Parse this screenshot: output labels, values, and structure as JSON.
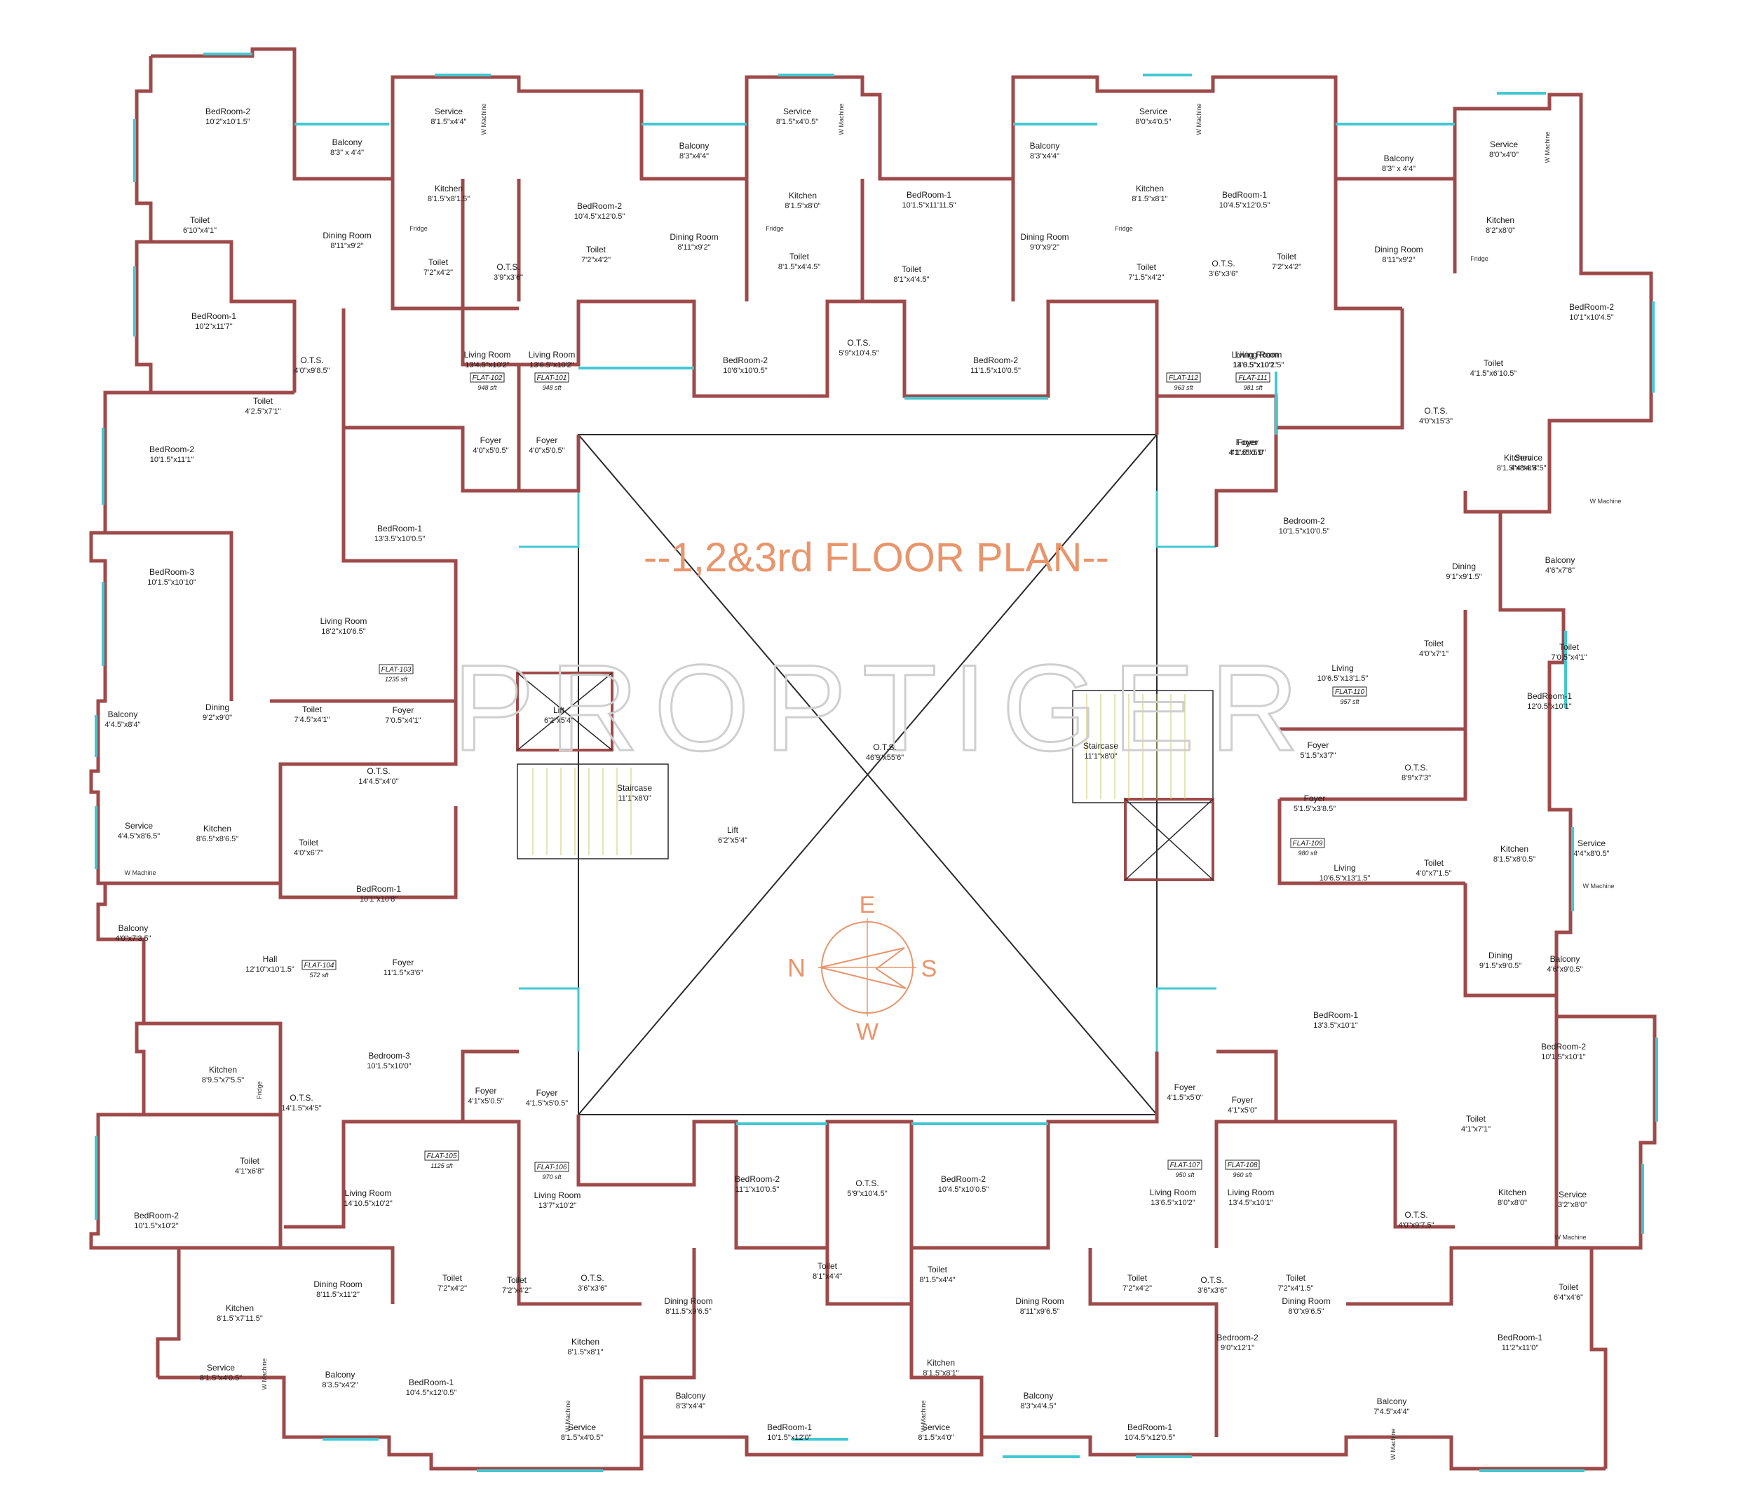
{
  "title": "--1,2&3rd FLOOR PLAN--",
  "watermark": "PROPTIGER",
  "colors": {
    "wall": "#9e4a4a",
    "window": "#43c8d2",
    "title": "#e8956c",
    "line": "#2a2a2a",
    "watermark": "#cfcfcf"
  },
  "compass": {
    "e": "E",
    "w": "W",
    "n": "N",
    "s": "S"
  },
  "flats": [
    {
      "id": "FLAT-101",
      "area": "948 sft"
    },
    {
      "id": "FLAT-102",
      "area": "948 sft"
    },
    {
      "id": "FLAT-103",
      "area": "1235 sft"
    },
    {
      "id": "FLAT-104",
      "area": "572 sft"
    },
    {
      "id": "FLAT-105",
      "area": "1125 sft"
    },
    {
      "id": "FLAT-106",
      "area": "970 sft"
    },
    {
      "id": "FLAT-107",
      "area": "950 sft"
    },
    {
      "id": "FLAT-108",
      "area": "960 sft"
    },
    {
      "id": "FLAT-109",
      "area": "980 sft"
    },
    {
      "id": "FLAT-110",
      "area": "957 sft"
    },
    {
      "id": "FLAT-111",
      "area": "981 sft"
    },
    {
      "id": "FLAT-112",
      "area": "963 sft"
    }
  ],
  "rooms": [
    {
      "name": "BedRoom-2",
      "size": "10'2\"x10'1.5\""
    },
    {
      "name": "Balcony",
      "size": "8'3\" x 4'4\""
    },
    {
      "name": "Service",
      "size": "8'1.5\"x4'4\""
    },
    {
      "name": "Kitchen",
      "size": "8'1.5\"x8'1.5\""
    },
    {
      "name": "Toilet",
      "size": "6'10\"x4'1\""
    },
    {
      "name": "Dining Room",
      "size": "8'11\"x9'2\""
    },
    {
      "name": "BedRoom-1",
      "size": "10'2\"x11'7\""
    },
    {
      "name": "Toilet",
      "size": "7'2\"x4'2\""
    },
    {
      "name": "O.T.S.",
      "size": "3'9\"x3'6\""
    },
    {
      "name": "BedRoom-2",
      "size": "10'4.5\"x12'0.5\""
    },
    {
      "name": "Toilet",
      "size": "7'2\"x4'2\""
    },
    {
      "name": "Balcony",
      "size": "8'3\"x4'4\""
    },
    {
      "name": "Dining Room",
      "size": "8'11\"x9'2\""
    },
    {
      "name": "Service",
      "size": "8'1.5\"x4'0.5\""
    },
    {
      "name": "Kitchen",
      "size": "8'1.5\"x8'0\""
    },
    {
      "name": "Toilet",
      "size": "8'1.5\"x4'4.5\""
    },
    {
      "name": "BedRoom-1",
      "size": "10'1.5\"x11'11.5\""
    },
    {
      "name": "Toilet",
      "size": "8'1\"x4'4.5\""
    },
    {
      "name": "Balcony",
      "size": "8'3\"x4'4\""
    },
    {
      "name": "Dining Room",
      "size": "9'0\"x9'2\""
    },
    {
      "name": "Service",
      "size": "8'0\"x4'0.5\""
    },
    {
      "name": "Kitchen",
      "size": "8'1.5\"x8'1\""
    },
    {
      "name": "Toilet",
      "size": "7'1.5\"x4'2\""
    },
    {
      "name": "O.T.S.",
      "size": "3'6\"x3'6\""
    },
    {
      "name": "BedRoom-1",
      "size": "10'4.5\"x12'0.5\""
    },
    {
      "name": "Toilet",
      "size": "7'2\"x4'2\""
    },
    {
      "name": "Balcony",
      "size": "8'3\" x 4'4\""
    },
    {
      "name": "Dining Room",
      "size": "8'11\"x9'2\""
    },
    {
      "name": "Service",
      "size": "8'0\"x4'0\""
    },
    {
      "name": "Kitchen",
      "size": "8'2\"x8'0\""
    },
    {
      "name": "BedRoom-2",
      "size": "10'1\"x10'4.5\""
    },
    {
      "name": "Toilet",
      "size": "4'1.5\"x6'10.5\""
    },
    {
      "name": "O.T.S.",
      "size": "4'0\"x9'8.5\""
    },
    {
      "name": "Living Room",
      "size": "13'4.5\"x10'2\""
    },
    {
      "name": "Living Room",
      "size": "13'6.5\"x10'2\""
    },
    {
      "name": "BedRoom-2",
      "size": "10'6\"x10'0.5\""
    },
    {
      "name": "O.T.S.",
      "size": "5'9\"x10'4.5\""
    },
    {
      "name": "BedRoom-2",
      "size": "11'1.5\"x10'0.5\""
    },
    {
      "name": "Living Room",
      "size": "13'6.5\"x10'2\""
    },
    {
      "name": "Living Room",
      "size": "14'0.5\"x10'1.5\""
    },
    {
      "name": "O.T.S.",
      "size": "4'0\"x15'3\""
    },
    {
      "name": "BedRoom-2",
      "size": "10'1.5\"x11'1\""
    },
    {
      "name": "Toilet",
      "size": "4'2.5\"x7'1\""
    },
    {
      "name": "Foyer",
      "size": "4'0\"x5'0.5\""
    },
    {
      "name": "Foyer",
      "size": "4'0\"x5'0.5\""
    },
    {
      "name": "Foyer",
      "size": "4'1.5\"x5'0\""
    },
    {
      "name": "Foyer",
      "size": "4'1\"x5'0.5\""
    },
    {
      "name": "Bedroom-2",
      "size": "10'1.5\"x10'0.5\""
    },
    {
      "name": "Kitchen",
      "size": "8'1.5\"x8'4.5\""
    },
    {
      "name": "Service",
      "size": "4'4\"x8'4.5\""
    },
    {
      "name": "BedRoom-1",
      "size": "13'3.5\"x10'0.5\""
    },
    {
      "name": "BedRoom-3",
      "size": "10'1.5\"x10'10\""
    },
    {
      "name": "Dining",
      "size": "9'1\"x9'1.5\""
    },
    {
      "name": "Balcony",
      "size": "4'6\"x7'8\""
    },
    {
      "name": "Living Room",
      "size": "18'2\"x10'6.5\""
    },
    {
      "name": "Lift",
      "size": "6'2\"x5'4\""
    },
    {
      "name": "Toilet",
      "size": "7'0.5\"x4'1\""
    },
    {
      "name": "Living",
      "size": "10'6.5\"x13'1.5\""
    },
    {
      "name": "Toilet",
      "size": "4'0\"x7'1\""
    },
    {
      "name": "BedRoom-1",
      "size": "12'0.5\"x10'1\""
    },
    {
      "name": "Balcony",
      "size": "4'4.5\"x8'4\""
    },
    {
      "name": "Dining",
      "size": "9'2\"x9'0\""
    },
    {
      "name": "Toilet",
      "size": "7'4.5\"x4'1\""
    },
    {
      "name": "Foyer",
      "size": "7'0.5\"x4'1\""
    },
    {
      "name": "Staircase",
      "size": "11'1\"x8'0\""
    },
    {
      "name": "Foyer",
      "size": "5'1.5\"x3'7\""
    },
    {
      "name": "O.T.S.",
      "size": "14'4.5\"x4'0\""
    },
    {
      "name": "O.T.S.",
      "size": "46'9\"x55'6\""
    },
    {
      "name": "O.T.S.",
      "size": "8'9\"x7'3\""
    },
    {
      "name": "Staircase",
      "size": "11'1\"x8'0\""
    },
    {
      "name": "Foyer",
      "size": "5'1.5\"x3'8.5\""
    },
    {
      "name": "Service",
      "size": "4'4.5\"x8'6.5\""
    },
    {
      "name": "Kitchen",
      "size": "8'6.5\"x8'6.5\""
    },
    {
      "name": "Toilet",
      "size": "4'0\"x6'7\""
    },
    {
      "name": "Lift",
      "size": "6'2\"x5'4\""
    },
    {
      "name": "Living",
      "size": "10'6.5\"x13'1.5\""
    },
    {
      "name": "Toilet",
      "size": "4'0\"x7'1.5\""
    },
    {
      "name": "Kitchen",
      "size": "8'1.5\"x8'0.5\""
    },
    {
      "name": "Service",
      "size": "4'4\"x8'0.5\""
    },
    {
      "name": "BedRoom-1",
      "size": "10'1\"x10'8\""
    },
    {
      "name": "Balcony",
      "size": "4'0\"x7'3.5\""
    },
    {
      "name": "Hall",
      "size": "12'10\"x10'1.5\""
    },
    {
      "name": "Foyer",
      "size": "11'1.5\"x3'6\""
    },
    {
      "name": "Dining",
      "size": "9'1.5\"x9'0.5\""
    },
    {
      "name": "Balcony",
      "size": "4'6\"x9'0.5\""
    },
    {
      "name": "BedRoom-1",
      "size": "13'3.5\"x10'1\""
    },
    {
      "name": "Bedroom-3",
      "size": "10'1.5\"x10'0\""
    },
    {
      "name": "Kitchen",
      "size": "8'9.5\"x7'5.5\""
    },
    {
      "name": "O.T.S.",
      "size": "14'1.5\"x4'5\""
    },
    {
      "name": "Foyer",
      "size": "4'1\"x5'0.5\""
    },
    {
      "name": "Foyer",
      "size": "4'1.5\"x5'0.5\""
    },
    {
      "name": "Foyer",
      "size": "4'1.5\"x5'0\""
    },
    {
      "name": "Foyer",
      "size": "4'1\"x5'0\""
    },
    {
      "name": "BedRoom-2",
      "size": "10'1.5\"x10'1\""
    },
    {
      "name": "Toilet",
      "size": "4'1\"x7'1\""
    },
    {
      "name": "Toilet",
      "size": "4'1\"x6'8\""
    },
    {
      "name": "BedRoom-2",
      "size": "11'1\"x10'0.5\""
    },
    {
      "name": "O.T.S.",
      "size": "5'9\"x10'4.5\""
    },
    {
      "name": "BedRoom-2",
      "size": "10'4.5\"x10'0.5\""
    },
    {
      "name": "BedRoom-2",
      "size": "10'1.5\"x10'2\""
    },
    {
      "name": "Living Room",
      "size": "14'10.5\"x10'2\""
    },
    {
      "name": "Living Room",
      "size": "13'7\"x10'2\""
    },
    {
      "name": "Living Room",
      "size": "13'6.5\"x10'2\""
    },
    {
      "name": "Living Room",
      "size": "13'4.5\"x10'1\""
    },
    {
      "name": "O.T.S.",
      "size": "4'0\"x9'7.5\""
    },
    {
      "name": "Kitchen",
      "size": "8'0\"x8'0\""
    },
    {
      "name": "Service",
      "size": "3'2\"x8'0\""
    },
    {
      "name": "Dining Room",
      "size": "8'11.5\"x11'2\""
    },
    {
      "name": "Toilet",
      "size": "7'2\"x4'2\""
    },
    {
      "name": "O.T.S.",
      "size": "3'6\"x3'6\""
    },
    {
      "name": "Toilet",
      "size": "7'2\"x4'2\""
    },
    {
      "name": "Toilet",
      "size": "8'1\"x4'4\""
    },
    {
      "name": "Toilet",
      "size": "8'1.5\"x4'4\""
    },
    {
      "name": "Toilet",
      "size": "7'2\"x4'2\""
    },
    {
      "name": "O.T.S.",
      "size": "3'6\"x3'6\""
    },
    {
      "name": "Toilet",
      "size": "7'2\"x4'1.5\""
    },
    {
      "name": "Toilet",
      "size": "6'4\"x4'6\""
    },
    {
      "name": "Kitchen",
      "size": "8'1.5\"x7'11.5\""
    },
    {
      "name": "Dining Room",
      "size": "8'11.5\"x9'6.5\""
    },
    {
      "name": "Dining Room",
      "size": "8'11\"x9'6.5\""
    },
    {
      "name": "Dining Room",
      "size": "8'0\"x9'6.5\""
    },
    {
      "name": "Kitchen",
      "size": "8'1.5\"x8'1\""
    },
    {
      "name": "Kitchen",
      "size": "8'1.5\"x8'1\""
    },
    {
      "name": "Bedroom-2",
      "size": "9'0\"x12'1\""
    },
    {
      "name": "BedRoom-1",
      "size": "11'2\"x11'0\""
    },
    {
      "name": "Service",
      "size": "8'1.5\"x4'0.5\""
    },
    {
      "name": "Balcony",
      "size": "8'3.5\"x4'2\""
    },
    {
      "name": "BedRoom-1",
      "size": "10'4.5\"x12'0.5\""
    },
    {
      "name": "Service",
      "size": "8'1.5\"x4'0.5\""
    },
    {
      "name": "Balcony",
      "size": "8'3\"x4'4\""
    },
    {
      "name": "BedRoom-1",
      "size": "10'1.5\"x12'0\""
    },
    {
      "name": "Service",
      "size": "8'1.5\"x4'0\""
    },
    {
      "name": "Balcony",
      "size": "8'3\"x4'4.5\""
    },
    {
      "name": "BedRoom-1",
      "size": "10'4.5\"x12'0.5\""
    },
    {
      "name": "Balcony",
      "size": "7'4.5\"x4'4\""
    }
  ],
  "fixtures": [
    {
      "name": "Fridge"
    },
    {
      "name": "Fridge"
    },
    {
      "name": "Fridge"
    },
    {
      "name": "Fridge"
    },
    {
      "name": "Fridge"
    },
    {
      "name": "W Machine"
    },
    {
      "name": "W Machine"
    },
    {
      "name": "W Machine"
    },
    {
      "name": "W Machine"
    },
    {
      "name": "W Machine"
    },
    {
      "name": "W Machine"
    },
    {
      "name": "W Machine"
    },
    {
      "name": "W Machine"
    },
    {
      "name": "W Machine"
    },
    {
      "name": "W Machine"
    },
    {
      "name": "W Machine"
    },
    {
      "name": "W Machine"
    }
  ]
}
